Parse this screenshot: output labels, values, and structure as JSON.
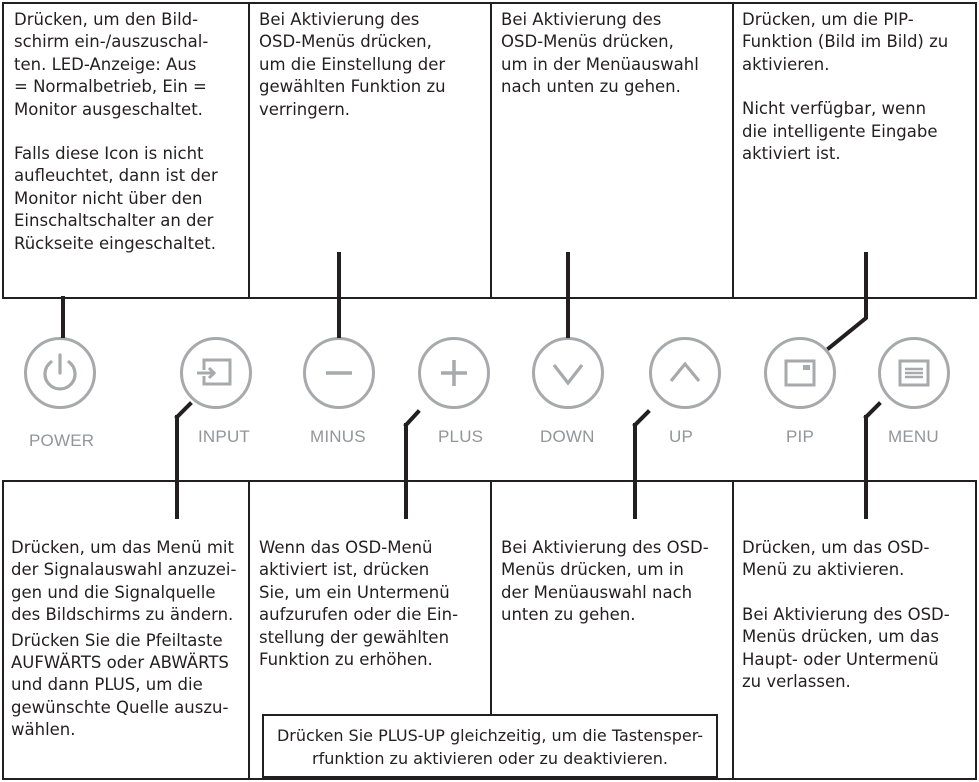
{
  "top_descriptions": {
    "power": [
      "Drücken, um den Bild-",
      "schirm ein-/auszuschal-",
      "ten. LED-Anzeige: Aus",
      "= Normalbetrieb, Ein =",
      "Monitor ausgeschaltet.",
      "",
      "Falls diese Icon is nicht",
      "aufleuchtet, dann ist der",
      "Monitor nicht über den",
      "Einschaltschalter an der",
      "Rückseite eingeschaltet."
    ],
    "minus": [
      "Bei Aktivierung des",
      "OSD-Menüs drücken,",
      "um die Einstellung der",
      "gewählten Funktion zu",
      "verringern."
    ],
    "down": [
      "Bei Aktivierung des",
      "OSD-Menüs drücken,",
      "um in der Menüauswahl",
      "nach unten zu gehen."
    ],
    "pip": [
      "Drücken, um die PIP-",
      "Funktion (Bild im Bild) zu",
      "aktivieren.",
      "",
      "Nicht verfügbar, wenn",
      "die intelligente Eingabe",
      "aktiviert ist."
    ]
  },
  "bottom_descriptions": {
    "input": [
      "Drücken, um das Menü mit",
      "der Signalauswahl anzuzei-",
      "gen und die Signalquelle",
      "des Bildschirms zu ändern.",
      "-",
      "Drücken Sie die Pfeiltaste",
      "AUFWÄRTS oder ABWÄRTS",
      "und dann PLUS, um die",
      "gewünschte Quelle auszu-",
      "wählen."
    ],
    "plus": [
      "Wenn das OSD-Menü",
      "aktiviert ist, drücken",
      "Sie, um ein Untermenü",
      "aufzurufen oder die Ein-",
      "stellung der gewählten",
      "Funktion zu erhöhen."
    ],
    "up": [
      "Bei Aktivierung des OSD-",
      "Menüs drücken, um in",
      "der Menüauswahl nach",
      "unten zu gehen."
    ],
    "menu": [
      "Drücken, um das OSD-",
      "Menü zu aktivieren.",
      "",
      "Bei Aktivierung des OSD-",
      "Menüs drücken, um das",
      "Haupt- oder Untermenü",
      "zu verlassen."
    ]
  },
  "note": [
    "Drücken Sie PLUS-UP gleichzeitig, um die Tastensper-",
    "rfunktion zu aktivieren oder zu deaktivieren."
  ],
  "buttons": {
    "power": {
      "label": "POWER",
      "icon": "power-icon"
    },
    "input": {
      "label": "INPUT",
      "icon": "input-icon"
    },
    "minus": {
      "label": "MINUS",
      "icon": "minus-icon"
    },
    "plus": {
      "label": "PLUS",
      "icon": "plus-icon"
    },
    "down": {
      "label": "DOWN",
      "icon": "chevron-down-icon"
    },
    "up": {
      "label": "UP",
      "icon": "chevron-up-icon"
    },
    "pip": {
      "label": "PIP",
      "icon": "pip-icon"
    },
    "menu": {
      "label": "MENU",
      "icon": "menu-icon"
    }
  },
  "colors": {
    "text": "#231f20",
    "button_ring": "#a7a9ac",
    "button_label": "#939598"
  }
}
